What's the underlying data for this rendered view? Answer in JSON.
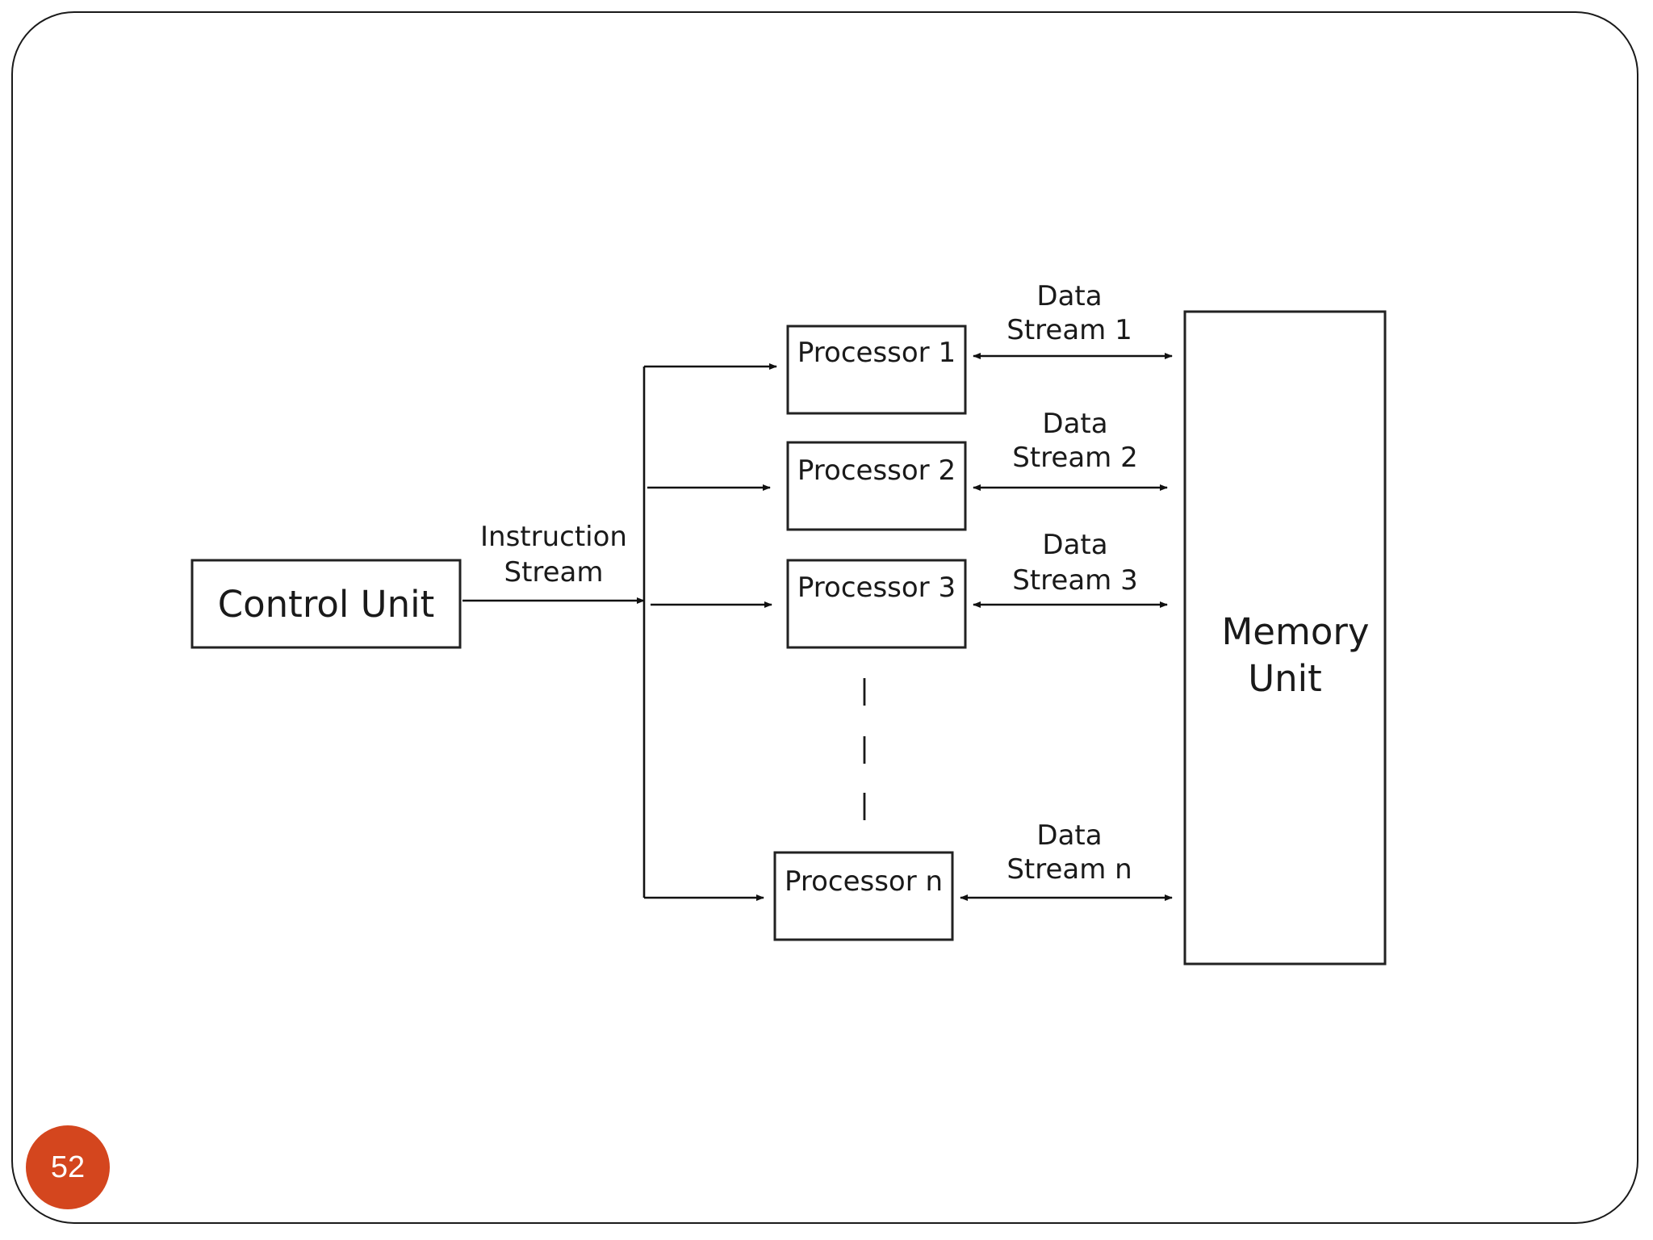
{
  "page_number": "52",
  "colors": {
    "badge": "#d4461e",
    "frame": "#1a1a1a",
    "box_stroke": "#222222"
  },
  "diagram": {
    "control_unit": "Control Unit",
    "instruction_stream": [
      "Instruction",
      "Stream"
    ],
    "processors": [
      "Processor 1",
      "Processor 2",
      "Processor 3",
      "Processor n"
    ],
    "data_streams": [
      [
        "Data",
        "Stream 1"
      ],
      [
        "Data",
        "Stream 2"
      ],
      [
        "Data",
        "Stream 3"
      ],
      [
        "Data",
        "Stream n"
      ]
    ],
    "memory_unit": [
      "Memory",
      "Unit"
    ],
    "ellipsis_marks": [
      "|",
      "|",
      "|"
    ]
  }
}
